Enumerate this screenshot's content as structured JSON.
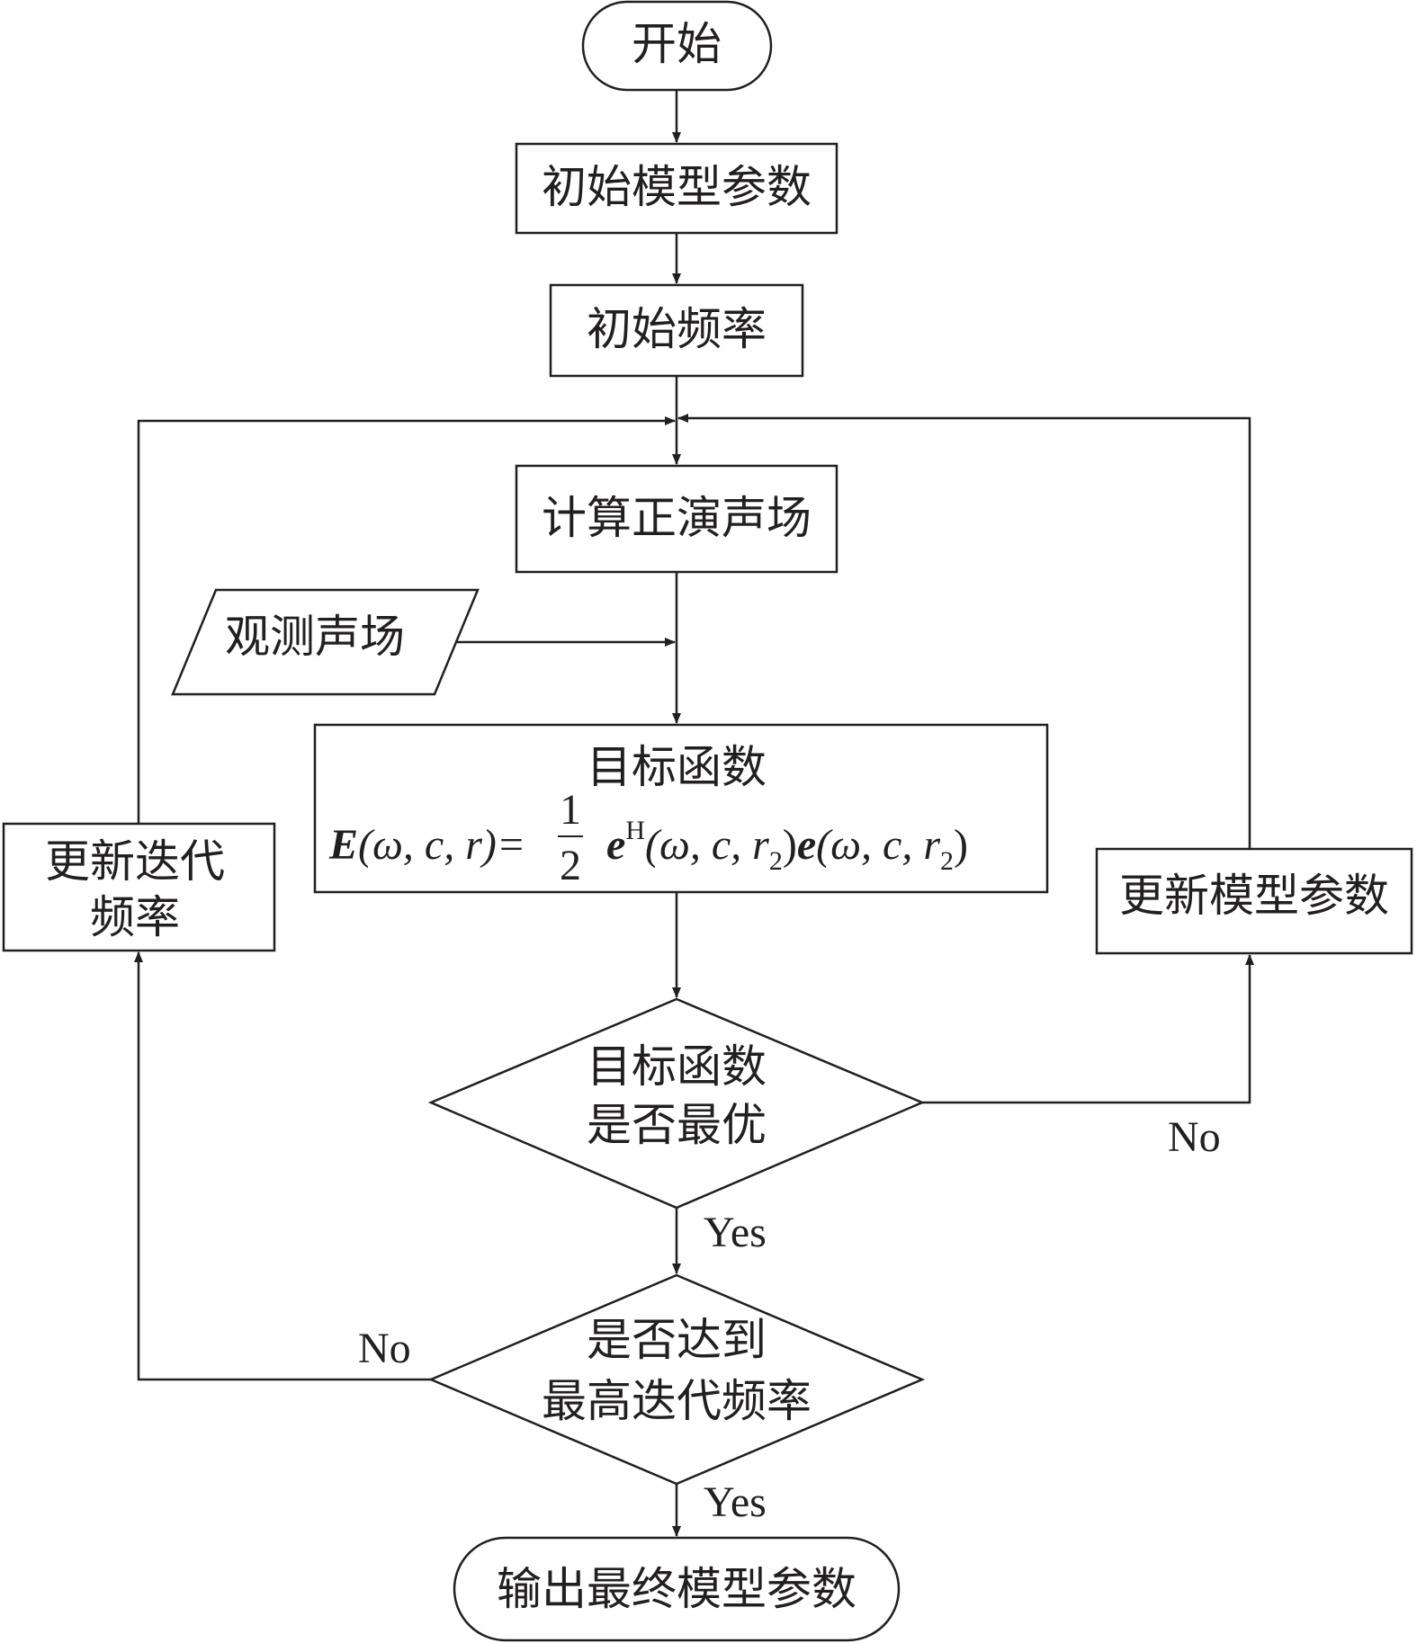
{
  "nodes": {
    "start": "开始",
    "init_params": "初始模型参数",
    "init_freq": "初始频率",
    "forward_field": "计算正演声场",
    "observed_field": "观测声场",
    "objective": "目标函数",
    "update_freq_line1": "更新迭代",
    "update_freq_line2": "频率",
    "update_params": "更新模型参数",
    "decision1_line1": "目标函数",
    "decision1_line2": "是否最优",
    "decision2_line1": "是否达到",
    "decision2_line2": "最高迭代频率",
    "output": "输出最终模型参数"
  },
  "formula": {
    "E": "E",
    "args_lhs": "(ω, c, r)=",
    "num": "1",
    "den": "2",
    "e1": "e",
    "sup": "H",
    "args1": "(ω, c, r",
    "sub": "2",
    "close1": ")",
    "e2": "e",
    "args2": "(ω, c, r",
    "close2": ")"
  },
  "edges": {
    "d1_yes": "Yes",
    "d1_no": "No",
    "d2_yes": "Yes",
    "d2_no": "No"
  },
  "colors": {
    "stroke": "#231f20",
    "fill": "#ffffff"
  }
}
